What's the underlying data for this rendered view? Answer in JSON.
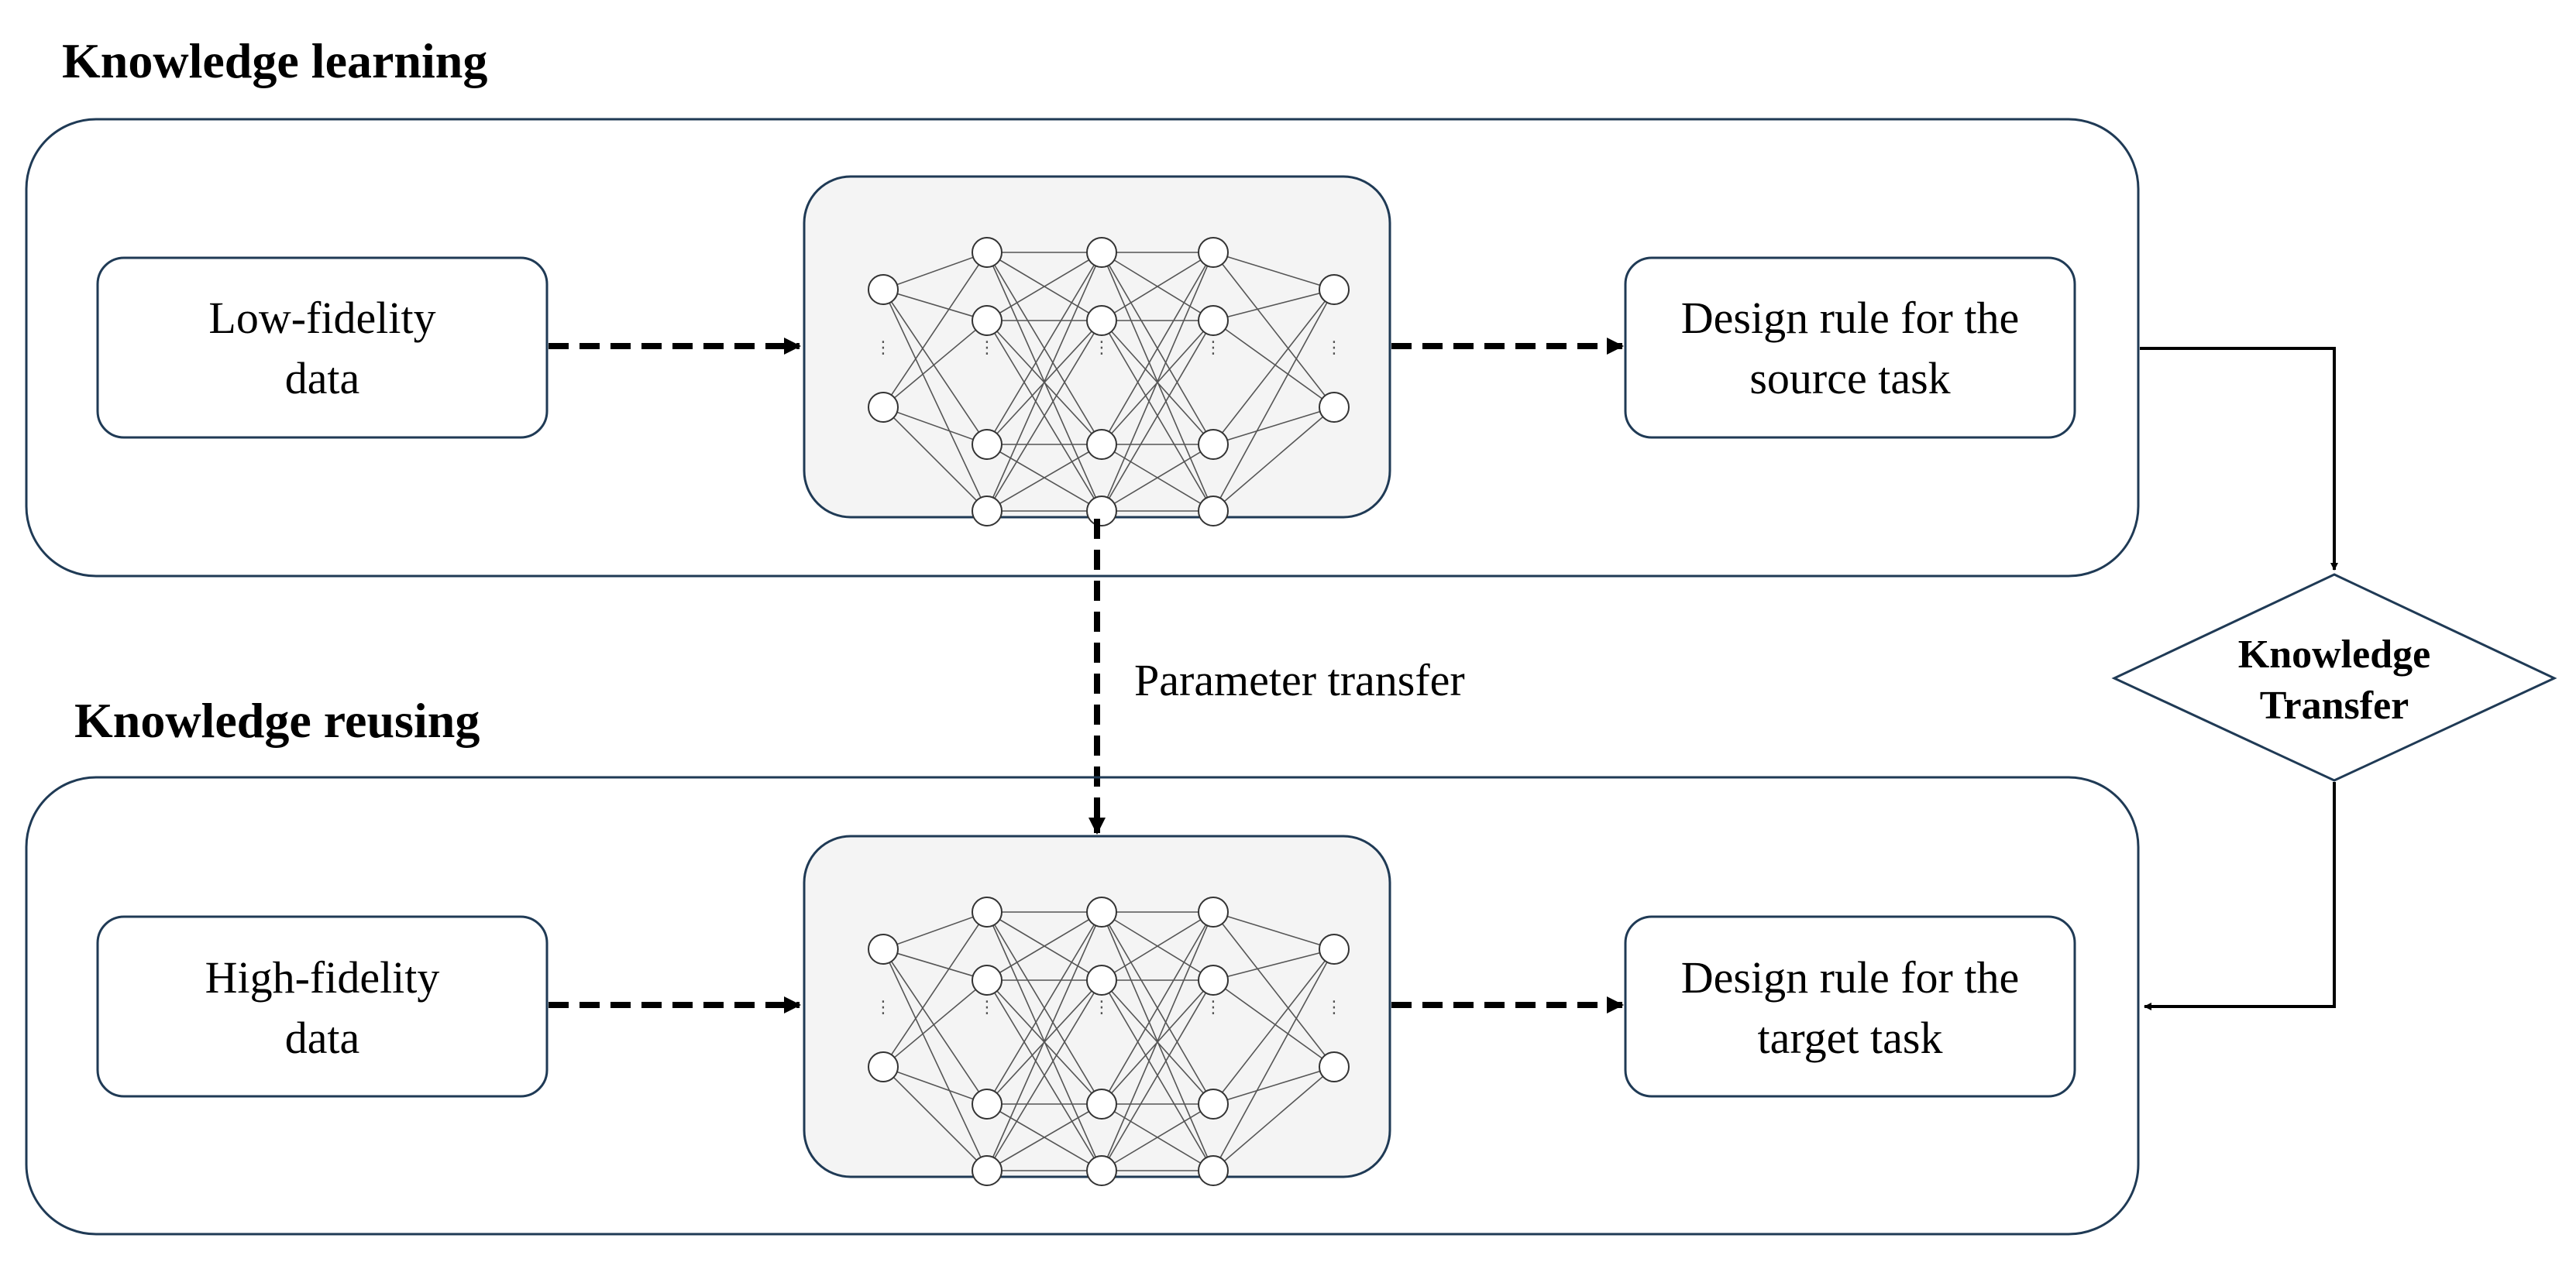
{
  "sections": {
    "learning": {
      "title": "Knowledge learning",
      "input_line1": "Low-fidelity",
      "input_line2": "data",
      "output_line1": "Design rule for the",
      "output_line2": "source task"
    },
    "reusing": {
      "title": "Knowledge reusing",
      "input_line1": "High-fidelity",
      "input_line2": "data",
      "output_line1": "Design rule for the",
      "output_line2": "target task"
    }
  },
  "parameter_transfer_label": "Parameter transfer",
  "knowledge_transfer": {
    "line1": "Knowledge",
    "line2": "Transfer"
  },
  "network": {
    "layers": [
      4,
      4,
      4,
      4,
      2
    ],
    "ellipsis": "⋮"
  },
  "colors": {
    "frame_stroke": "#1f3a55",
    "box_stroke": "#1f3a55",
    "nn_fill": "#f4f4f4",
    "edge": "#555555"
  }
}
